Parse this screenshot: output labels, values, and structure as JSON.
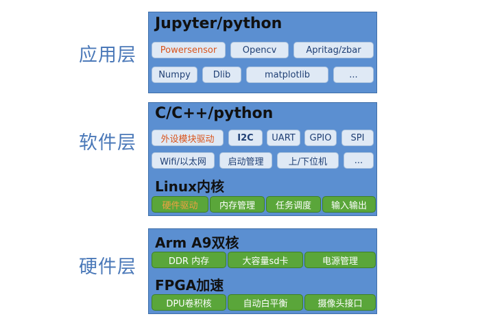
{
  "layers": {
    "application": {
      "label": "应用层",
      "heading": "Jupyter/python",
      "row1": [
        "Powersensor",
        "Opencv",
        "Apritag/zbar"
      ],
      "row2": [
        "Numpy",
        "Dlib",
        "matplotlib",
        "..."
      ]
    },
    "software": {
      "label": "软件层",
      "heading": "C/C++/python",
      "row1": [
        "外设模块驱动",
        "I2C",
        "UART",
        "GPIO",
        "SPI"
      ],
      "row2": [
        "Wifi/以太网",
        "启动管理",
        "上/下位机",
        "..."
      ],
      "kernel_heading": "Linux内核",
      "kernel_row": [
        "硬件驱动",
        "内存管理",
        "任务调度",
        "输入输出"
      ]
    },
    "hardware": {
      "label": "硬件层",
      "cpu_heading": "Arm A9双核",
      "cpu_row": [
        "DDR 内存",
        "大容量sd卡",
        "电源管理"
      ],
      "fpga_heading": "FPGA加速",
      "fpga_row": [
        "DPU卷积核",
        "自动白平衡",
        "摄像头接口"
      ]
    }
  },
  "colors": {
    "panel": "#5b8fd1",
    "chip_light": "#dfe9f5",
    "chip_green": "#5aa63a",
    "label_blue": "#4a78b8",
    "highlight_orange": "#d9541c"
  }
}
